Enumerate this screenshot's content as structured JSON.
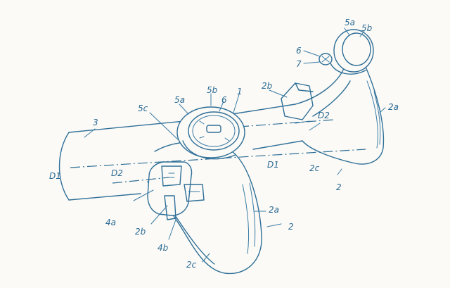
{
  "labels": {
    "l_5a_top": "5a",
    "l_5b_top": "5b",
    "l_6_top": "6",
    "l_7_top": "7",
    "l_2b_top": "2b",
    "l_D2_right": "D2",
    "l_2a_right": "2a",
    "l_2c_right": "2c",
    "l_2_right": "2",
    "l_5a_mid": "5a",
    "l_5b_mid": "5b",
    "l_6_mid": "6",
    "l_1": "1",
    "l_5c": "5c",
    "l_3": "3",
    "l_D1_left": "D1",
    "l_D1_mid": "D1",
    "l_D2_left": "D2",
    "l_4a": "4a",
    "l_2b_bottom": "2b",
    "l_4b": "4b",
    "l_2a_bottom": "2a",
    "l_2_bottom": "2",
    "l_2c_bottom": "2c"
  }
}
